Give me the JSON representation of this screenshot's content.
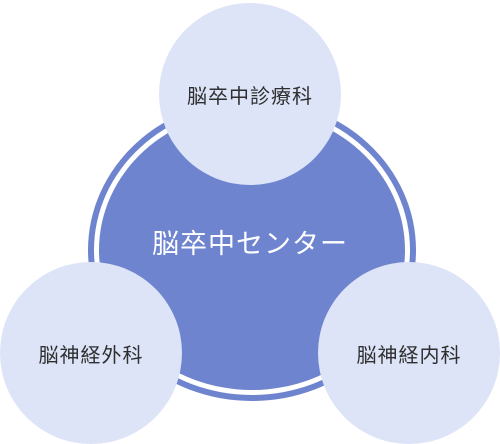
{
  "diagram": {
    "center": {
      "label": "脳卒中センター"
    },
    "departments": [
      {
        "label": "脳卒中診療科"
      },
      {
        "label": "脳神経外科"
      },
      {
        "label": "脳神経内科"
      }
    ]
  },
  "colors": {
    "center_fill": "#6f84cf",
    "node_fill": "#dde4f8",
    "center_text": "#ffffff",
    "node_text": "#2f2f2f"
  }
}
